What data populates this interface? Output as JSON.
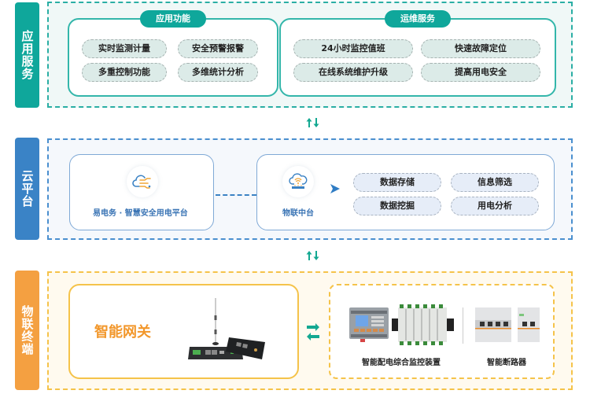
{
  "layers": {
    "app_services": {
      "side_label": "应用服务",
      "color": "#0fa79b",
      "groups": [
        {
          "title": "应用功能",
          "items": [
            "实时监测计量",
            "安全预警报警",
            "多重控制功能",
            "多维统计分析"
          ]
        },
        {
          "title": "运维服务",
          "items": [
            "24小时监控值班",
            "快速故障定位",
            "在线系统维护升级",
            "提高用电安全"
          ]
        }
      ]
    },
    "cloud_platform": {
      "side_label": "云平台",
      "color": "#3a83c6",
      "platform": {
        "icon": "cloud-data-icon",
        "label": "易电务 · 智慧安全用电平台"
      },
      "iot_hub": {
        "icon": "cloud-wifi-router-icon",
        "label": "物联中台",
        "items": [
          "数据存储",
          "信息筛选",
          "数据挖掘",
          "用电分析"
        ]
      }
    },
    "iot_terminals": {
      "side_label": "物联终端",
      "color": "#f4a041",
      "gateway": {
        "label": "智能网关",
        "image": "gateway-device-image"
      },
      "devices": [
        {
          "label": "智能配电综合监控装置",
          "image": "distribution-monitor-device-image"
        },
        {
          "label": "智能断路器",
          "image": "smart-breaker-image"
        }
      ]
    }
  },
  "connectors": {
    "vertical_arrows": "up-down-arrows-icon",
    "horizontal_arrows": "left-right-arrows-icon",
    "arrow_color": "#13a891"
  }
}
